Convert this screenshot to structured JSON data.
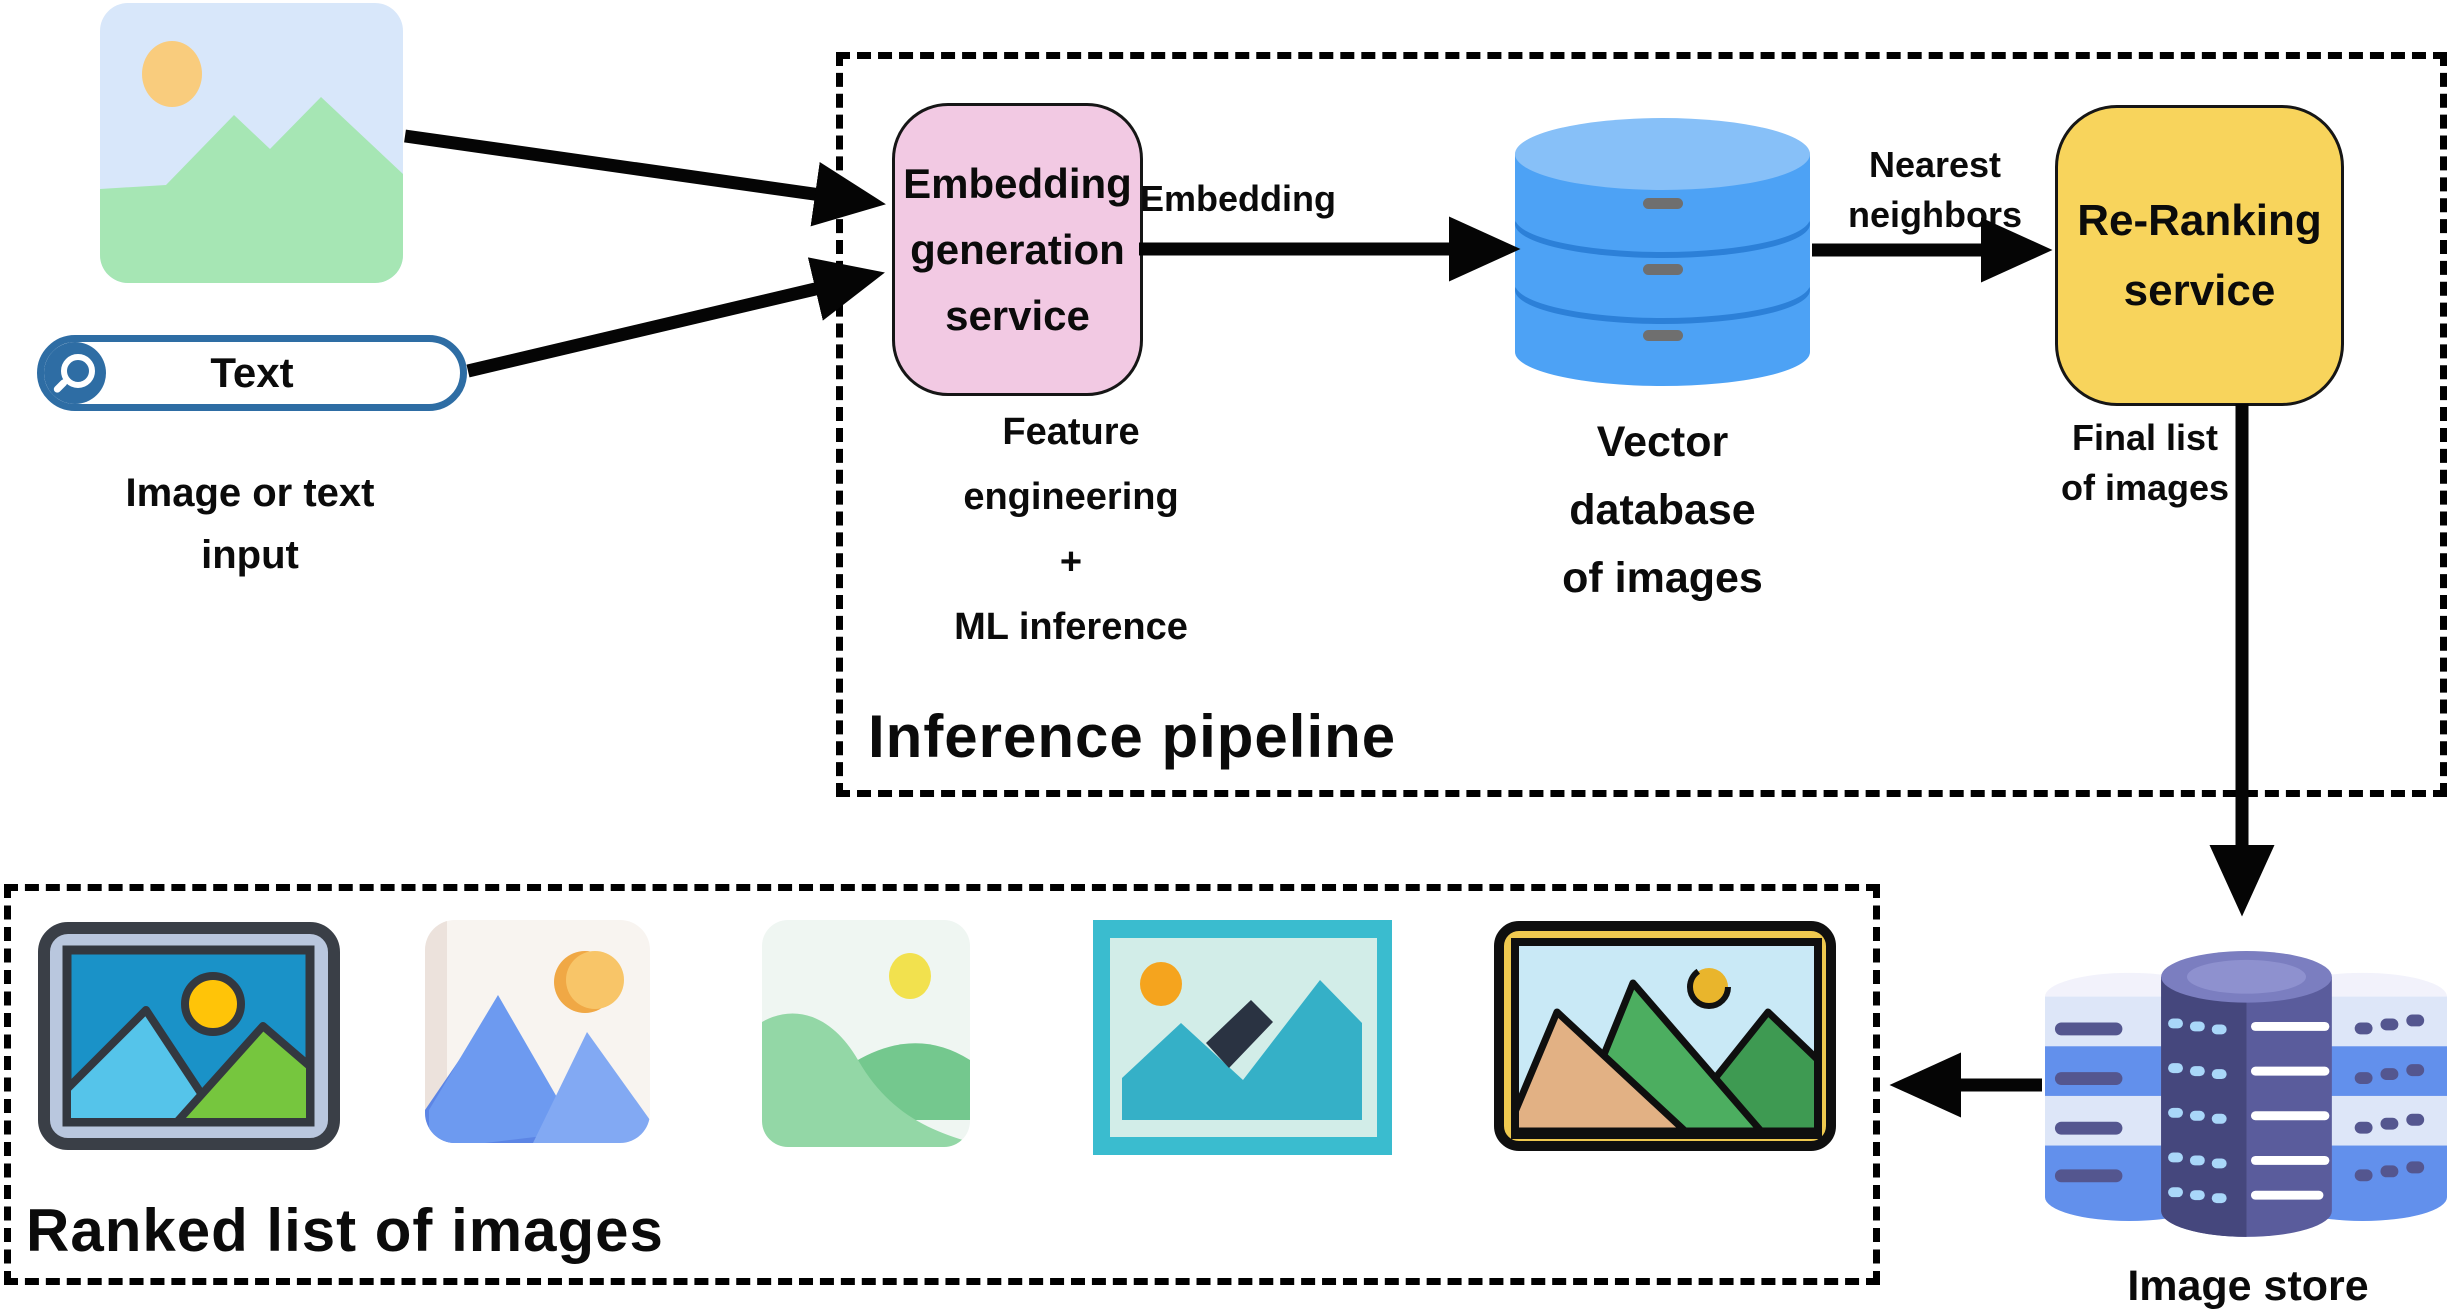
{
  "input": {
    "pill_text": "Text",
    "caption_line1": "Image or text",
    "caption_line2": "input"
  },
  "pipeline": {
    "label": "Inference pipeline",
    "embedding_box": {
      "line1": "Embedding",
      "line2": "generation",
      "line3": "service"
    },
    "embedding_caption": {
      "line1": "Feature",
      "line2": "engineering",
      "line3": "+",
      "line4": "ML inference"
    },
    "edge_embedding": "Embedding",
    "edge_nearest": {
      "line1": "Nearest",
      "line2": "neighbors"
    },
    "vector_db_caption": {
      "line1": "Vector",
      "line2": "database",
      "line3": "of images"
    },
    "rerank_box": {
      "line1": "Re-Ranking",
      "line2": "service"
    },
    "edge_final": {
      "line1": "Final list",
      "line2": "of images"
    }
  },
  "ranked": {
    "label": "Ranked list of images"
  },
  "store": {
    "caption": "Image store"
  },
  "colors": {
    "embedding_fill": "#f2c9e3",
    "rerank_fill": "#f8d45c",
    "vector_db_blue": "#4da2f5",
    "vector_db_dark": "#2c80d8",
    "vector_db_top": "#87c0f8",
    "store_center_indigo": "#5a5c9c",
    "store_center_dark": "#45477d",
    "store_side_light": "#dde6f8",
    "store_side_blue": "#6290ec",
    "pill_border_blue": "#2e6da4",
    "arrow_black": "#050505"
  },
  "icons": {
    "input_image": "landscape-image-icon",
    "search": "search-icon",
    "vector_db": "database-icon",
    "image_store": "server-stack-icon"
  }
}
